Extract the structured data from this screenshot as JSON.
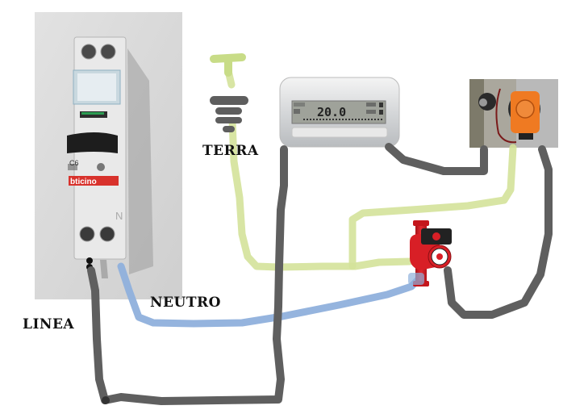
{
  "title": "Schema collegamento circolatore con termostato ambiente e termostato a contatto",
  "labels": {
    "terra": "TERRA",
    "neutro": "NEUTRO",
    "linea": "LINEA"
  },
  "components": {
    "breaker": {
      "name": "Interruttore magnetotermico",
      "brand": "bticino",
      "rating": "C6"
    },
    "thermostat": {
      "name": "Termostato ambiente",
      "display_value": "20.0"
    },
    "contact_thermostat": {
      "name": "Termostato a contatto"
    },
    "pump": {
      "name": "Circolatore"
    },
    "ground_symbol": {
      "name": "Simbolo terra"
    }
  },
  "colors": {
    "phase_wire": "#5f5f5f",
    "neutral_wire": "#8fb0dc",
    "ground_wire": "#d4e29a",
    "breaker_brand": "#d8322c",
    "pump_body": "#d81f26",
    "contact_thermostat_body": "#ef7a22"
  }
}
